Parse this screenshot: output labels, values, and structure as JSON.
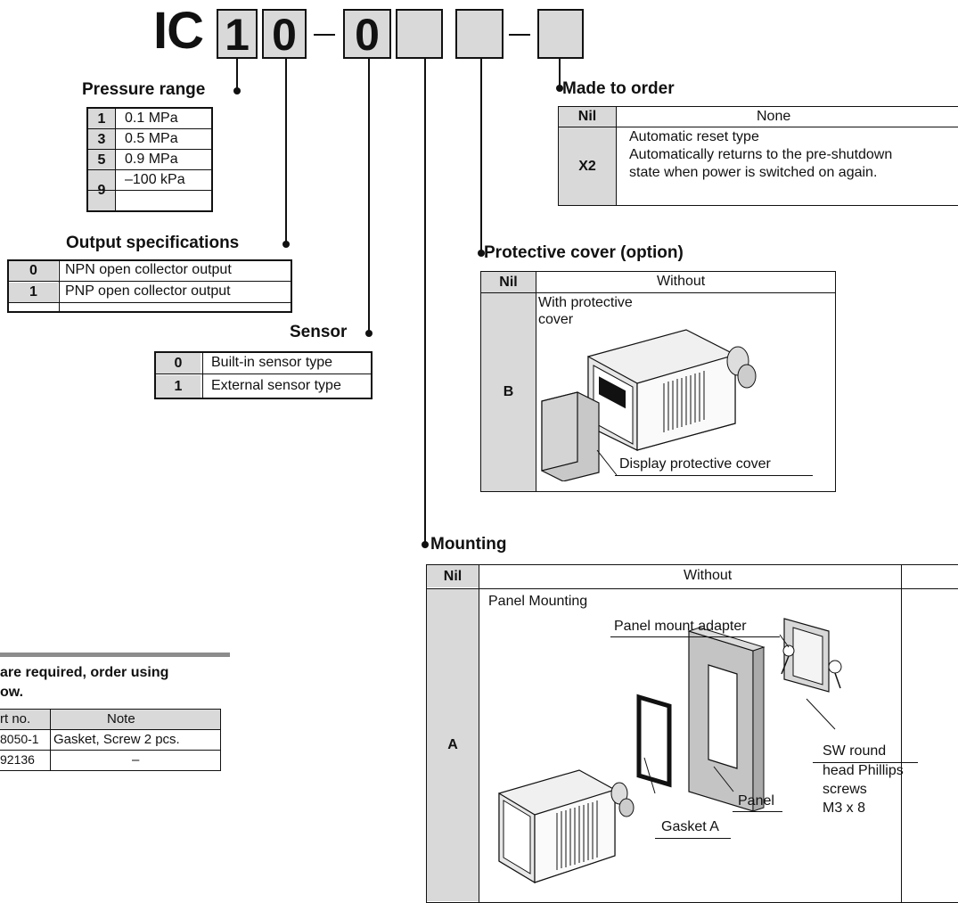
{
  "part_number": {
    "prefix": "IC",
    "boxes": [
      "1",
      "0",
      "",
      "0",
      "",
      "",
      ""
    ],
    "dashes": [
      "–",
      "–"
    ]
  },
  "pressure_range": {
    "title": "Pressure range",
    "rows": [
      {
        "code": "1",
        "value": "0.1 MPa"
      },
      {
        "code": "3",
        "value": "0.5 MPa"
      },
      {
        "code": "5",
        "value": "0.9 MPa"
      },
      {
        "code": "9",
        "value": "–100 kPa"
      }
    ]
  },
  "output_specifications": {
    "title": "Output specifications",
    "rows": [
      {
        "code": "0",
        "value": "NPN open collector output"
      },
      {
        "code": "1",
        "value": "PNP open collector output"
      }
    ]
  },
  "sensor": {
    "title": "Sensor",
    "rows": [
      {
        "code": "0",
        "value": "Built-in sensor type"
      },
      {
        "code": "1",
        "value": "External sensor type"
      }
    ]
  },
  "made_to_order": {
    "title": "Made to order",
    "rows": [
      {
        "code": "Nil",
        "lines": [
          "None"
        ]
      },
      {
        "code": "X2",
        "lines": [
          "Automatic reset type",
          "Automatically returns to the pre-shutdown",
          "state when power is switched on again."
        ]
      }
    ]
  },
  "protective_cover": {
    "title": "Protective cover (option)",
    "nil_code": "Nil",
    "nil_value": "Without",
    "b_code": "B",
    "b_text_line1": "With protective",
    "b_text_line2": "cover",
    "callout": "Display protective cover"
  },
  "mounting": {
    "title": "Mounting",
    "nil_code": "Nil",
    "nil_value": "Without",
    "a_code": "A",
    "a_title": "Panel Mounting",
    "callouts": {
      "adapter": "Panel mount adapter",
      "screws_1": "SW round",
      "screws_2": "head Phillips",
      "screws_3": "screws",
      "screws_4": "M3 x 8",
      "panel": "Panel",
      "gasket": "Gasket A"
    }
  },
  "accessories": {
    "intro_line1": "are required, order using",
    "intro_line2": "ow.",
    "headers": [
      "rt no.",
      "Note"
    ],
    "rows": [
      [
        "8050-1",
        "Gasket, Screw 2 pcs."
      ],
      [
        "92136",
        "–"
      ]
    ]
  },
  "colors": {
    "code_fill": "#d9d9d9",
    "line": "#111111",
    "accent_bar": "#8c8c8c"
  }
}
